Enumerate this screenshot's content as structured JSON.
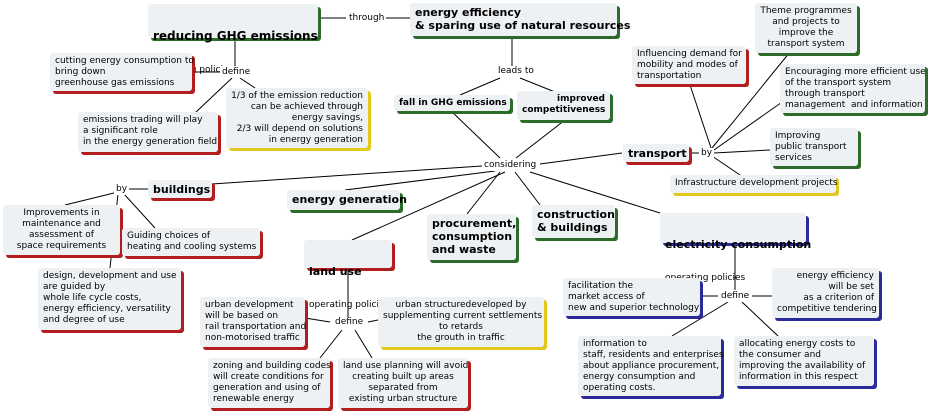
{
  "nodes": {
    "ghg": {
      "title": "reducing GHG emissions",
      "sub": "operating policies"
    },
    "efficiency": {
      "title": "energy efficiency\n& sparing use of natural resources"
    },
    "cutting": {
      "text": "cutting energy consumption to\nbring down\ngreenhouse gas emissions"
    },
    "third": {
      "text": "1/3 of the emission reduction\ncan be achieved through\nenergy savings,\n2/3 will depend on solutions\nin energy generation"
    },
    "trading": {
      "text": "emissions trading will play\na significant role\nin the energy generation field"
    },
    "fall": {
      "text": "fall in GHG emissions"
    },
    "competitiveness": {
      "text": "improved\ncompetitiveness"
    },
    "influencing": {
      "text": "Influencing demand for\nmobility and modes of\ntransportation"
    },
    "theme": {
      "text": "Theme programmes\nand projects to\nimprove the\ntransport system"
    },
    "encouraging": {
      "text": "Encouraging more efficient use\nof the transport system\nthrough transport\nmanagement  and information"
    },
    "improving": {
      "text": "Improving\npublic transport\nservices"
    },
    "infrastructure": {
      "text": "Infrastructure development projects"
    },
    "transport": {
      "text": "transport"
    },
    "buildings": {
      "text": "buildings"
    },
    "maintenance": {
      "text": "Improvements in\nmaintenance and\nassessment of\nspace requirements"
    },
    "heating": {
      "text": "Guiding choices of\nheating and cooling systems"
    },
    "design": {
      "text": "design, development and use\nare guided by\nwhole life cycle costs,\nenergy efficiency, versatility\nand degree of use"
    },
    "generation": {
      "text": "energy generation"
    },
    "procurement": {
      "text": "procurement,\nconsumption\nand waste"
    },
    "construction": {
      "text": "construction\n& buildings"
    },
    "electricity": {
      "title": "electricity consumption",
      "sub": "operating policies"
    },
    "landuse": {
      "title": "land use",
      "sub": "operating policies"
    },
    "urbandev": {
      "text": "urban development\nwill be based on\nrail transportation and\nnon-motorised traffic"
    },
    "urbanstruct": {
      "text": "urban structuredeveloped by\nsupplementing current settlements\nto retards\nthe grouth in traffic"
    },
    "zoning": {
      "text": "zoning and building codes\nwill create conditions for\ngeneration and using of\nrenewable energy"
    },
    "planning": {
      "text": "land use planning will avoid\ncreating built up areas\nseparated from\nexisting urban structure"
    },
    "facilitation": {
      "text": "facilitation the\nmarket access of\nnew and superior technology"
    },
    "tendering": {
      "text": "energy efficiency\nwill be set\nas a criterion of\ncompetitive tendering"
    },
    "information": {
      "text": "information to\nstaff, residents and enterprises\nabout appliance procurement,\nenergy consumption and\noperating costs."
    },
    "allocating": {
      "text": "allocating energy costs to\nthe consumer and\nimproving the availability of\ninformation in this respect"
    }
  },
  "labels": {
    "through": "through",
    "define1": "define",
    "leads": "leads to",
    "considering": "considering",
    "by_transport": "by",
    "by_buildings": "by",
    "define_land": "define",
    "define_elec": "define"
  },
  "colors": {
    "red": "#b21e1e",
    "green": "#2d6b2a",
    "yellow": "#e3c81d",
    "blue": "#2a2a9a",
    "box": "#eef1f4"
  }
}
